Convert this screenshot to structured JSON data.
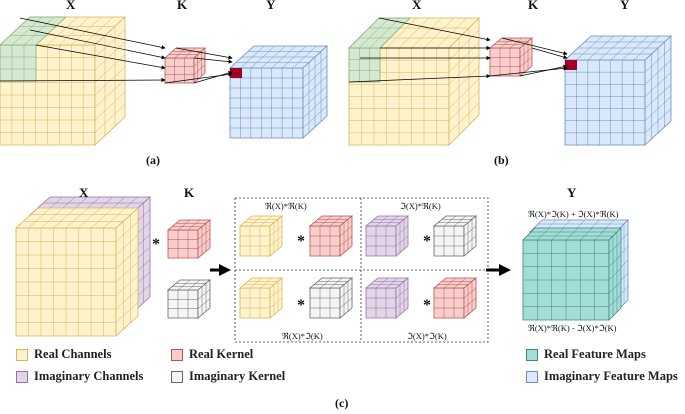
{
  "panel_a": {
    "x": "X",
    "k": "K",
    "y": "Y",
    "caption": "(a)"
  },
  "panel_b": {
    "x": "X",
    "k": "K",
    "y": "Y",
    "caption": "(b)"
  },
  "panel_c": {
    "x": "X",
    "k": "K",
    "y": "Y",
    "caption": "(c)",
    "star": "*",
    "products": {
      "top_left": "ℜ(X)*ℜ(K)",
      "top_right": "ℑ(X)*ℜ(K)",
      "bottom_left": "ℜ(X)*ℑ(K)",
      "bottom_right": "ℑ(X)*ℑ(K)"
    },
    "y_top": "ℜ(X)*ℑ(K) + ℑ(X)*ℜ(K)",
    "y_bottom": "ℜ(X)*ℜ(K) - ℑ(X)*ℑ(K)"
  },
  "legend": {
    "real_channels": "Real Channels",
    "imag_channels": "Imaginary Channels",
    "real_kernel": "Real Kernel",
    "imag_kernel": "Imaginary Kernel",
    "real_maps": "Real Feature Maps",
    "imag_maps": "Imaginary Feature Maps"
  },
  "colors": {
    "real": "#fff2cc",
    "real_line": "#d6b656",
    "imag": "#e1d5e7",
    "imag_line": "#9673a6",
    "green": "#d5e8d4",
    "green_line": "#82b366",
    "kernel_real": "#f8cecc",
    "kernel_real_line": "#b85450",
    "kernel_imag": "#f5f5f5",
    "kernel_imag_line": "#666666",
    "out_real": "#a4ddd6",
    "out_real_line": "#3a8a80",
    "out_imag": "#dae8fc",
    "out_imag_line": "#6c8ebf",
    "dark_red": "#a20025"
  }
}
